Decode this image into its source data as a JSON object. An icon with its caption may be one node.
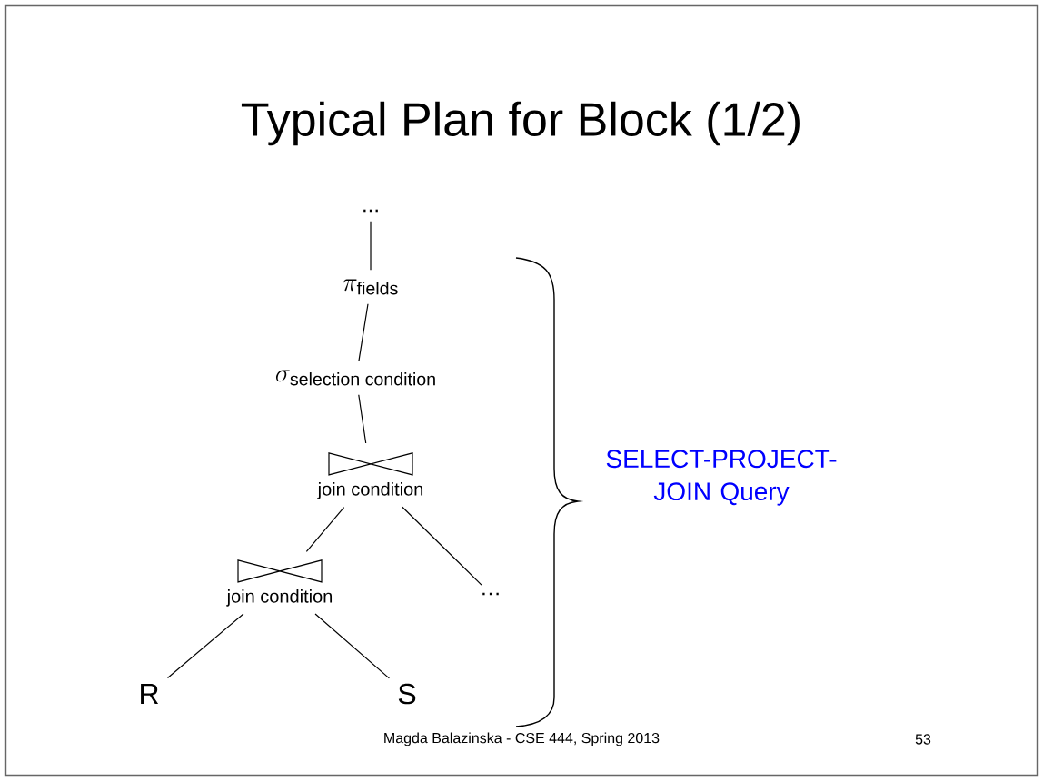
{
  "diagram": {
    "title": "Typical Plan for Block (1/2)",
    "nodes": [
      {
        "text": [
          "..."
        ]
      },
      {
        "text": [
          "\\pi_{\\text{fields}}"
        ]
      },
      {
        "text": [
          "\\sigma_{\\text{selection condition}}"
        ]
      },
      {
        "text": [
          "join condition"
        ]
      },
      {
        "text": [
          "join condition"
        ]
      },
      {
        "text": [
          "…"
        ]
      },
      {
        "text": [
          "R"
        ]
      },
      {
        "text": [
          "S"
        ]
      }
    ],
    "edges": [
      {
        "from": 0,
        "to": 1,
        "arrow": "none"
      },
      {
        "from": 1,
        "to": 2,
        "arrow": "none"
      },
      {
        "from": 2,
        "to": 3,
        "arrow": "none"
      },
      {
        "from": 3,
        "to": 4,
        "arrow": "none"
      },
      {
        "from": 3,
        "to": 5,
        "arrow": "none"
      },
      {
        "from": 4,
        "to": 6,
        "arrow": "none"
      },
      {
        "from": 4,
        "to": 7,
        "arrow": "none"
      }
    ],
    "labels": [
      "SELECT-PROJECT-JOIN Query",
      "Magda Balazinska - CSE 444, Spring 2013",
      "53"
    ]
  }
}
